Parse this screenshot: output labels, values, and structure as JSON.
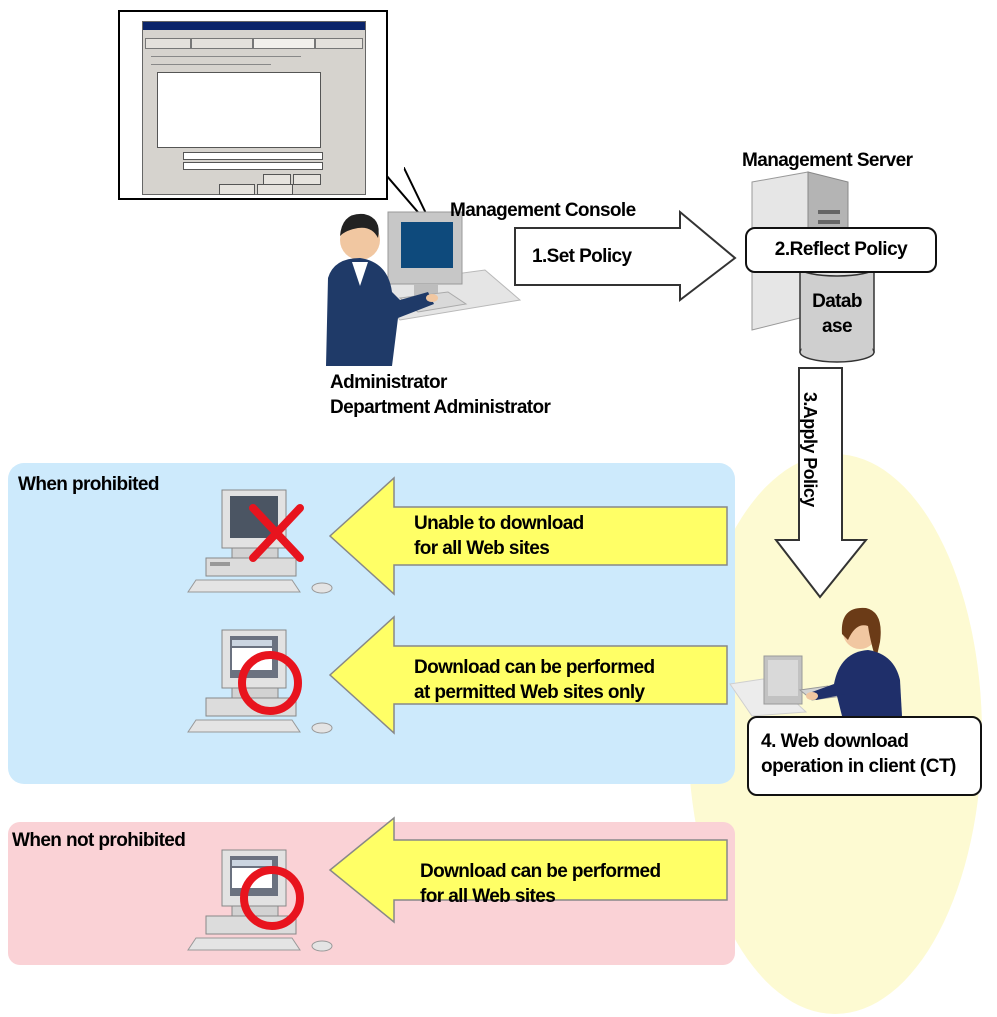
{
  "labels": {
    "management_server": "Management Server",
    "management_console": "Management Console",
    "administrator": "Administrator",
    "department_administrator": "Department Administrator",
    "database_line1": "Datab",
    "database_line2": "ase"
  },
  "steps": {
    "set_policy": "1.Set Policy",
    "reflect_policy": "2.Reflect Policy",
    "apply_policy": "3.Apply Policy",
    "client_line1": "4. Web download",
    "client_line2": "operation in client (CT)"
  },
  "sections": {
    "prohibited_title": "When prohibited",
    "not_prohibited_title": "When not prohibited"
  },
  "messages": {
    "unable_line1": "Unable to download",
    "unable_line2": "for all Web sites",
    "permitted_line1": "Download can be performed",
    "permitted_line2": "at permitted Web sites only",
    "all_line1": "Download can be  performed",
    "all_line2": "for all Web sites"
  },
  "icons": {
    "blocked": "red-x-icon",
    "allowed": "red-circle-icon"
  },
  "colors": {
    "prohibited_panel": "#cdeafc",
    "not_prohibited_panel": "#fad2d6",
    "client_area": "#fdfad2",
    "arrow_fill": "#ffff66",
    "mark_red": "#e8141e"
  }
}
